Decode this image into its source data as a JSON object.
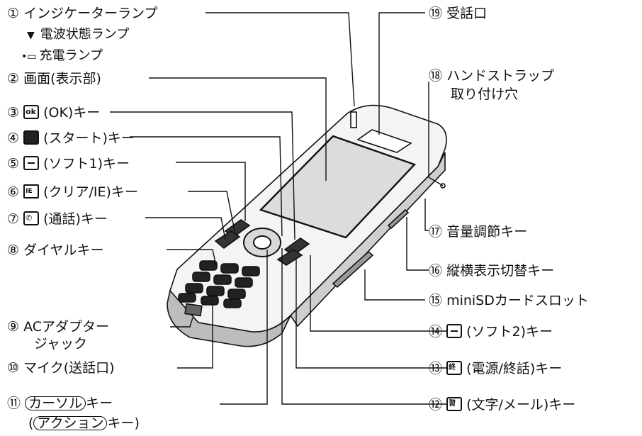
{
  "labels": {
    "n1": "①",
    "l1": "インジケーターランプ",
    "l1a_icon": "▼",
    "l1a": "電波状態ランプ",
    "l1b_icon": "•▭",
    "l1b": "充電ランプ",
    "n2": "②",
    "l2": "画面(表示部)",
    "n3": "③",
    "l3_icon": "ok",
    "l3": "(OK)キー",
    "n4": "④",
    "l4": "(スタート)キー",
    "n5": "⑤",
    "l5": "(ソフト1)キー",
    "n6": "⑥",
    "l6": "(クリア/IE)キー",
    "n7": "⑦",
    "l7": "(通話)キー",
    "n8": "⑧",
    "l8": "ダイヤルキー",
    "n9": "⑨",
    "l9a": "ACアダプター",
    "l9b": "ジャック",
    "n10": "⑩",
    "l10": "マイク(送話口)",
    "n11": "⑪",
    "l11_pill": "カーソル",
    "l11": "キー",
    "l11b_pre": "(",
    "l11b_pill": "アクション",
    "l11b": "キー)",
    "n12": "⑫",
    "l12_icon": "習",
    "l12": "(文字/メール)キー",
    "n13": "⑬",
    "l13_icon": "終",
    "l13": "(電源/終話)キー",
    "n14": "⑭",
    "l14": "(ソフト2)キー",
    "n15": "⑮",
    "l15": "miniSDカードスロット",
    "n16": "⑯",
    "l16": "縦横表示切替キー",
    "n17": "⑰",
    "l17": "音量調節キー",
    "n18": "⑱",
    "l18a": "ハンドストラップ",
    "l18b": "取り付け穴",
    "n19": "⑲",
    "l19": "受話口"
  },
  "icons": {
    "antenna": "antenna-icon",
    "charge": "charge-icon",
    "ok_key": "ok-key-icon",
    "start_key": "start-key-icon",
    "soft_key": "soft-key-icon",
    "clear_key": "clear-key-icon",
    "call_key": "call-key-icon",
    "mail_key": "mail-key-icon",
    "power_key": "power-key-icon"
  },
  "colors": {
    "ink": "#111111",
    "paper": "#ffffff",
    "body": "#e9e9e9",
    "screen": "#d6d6d6"
  }
}
